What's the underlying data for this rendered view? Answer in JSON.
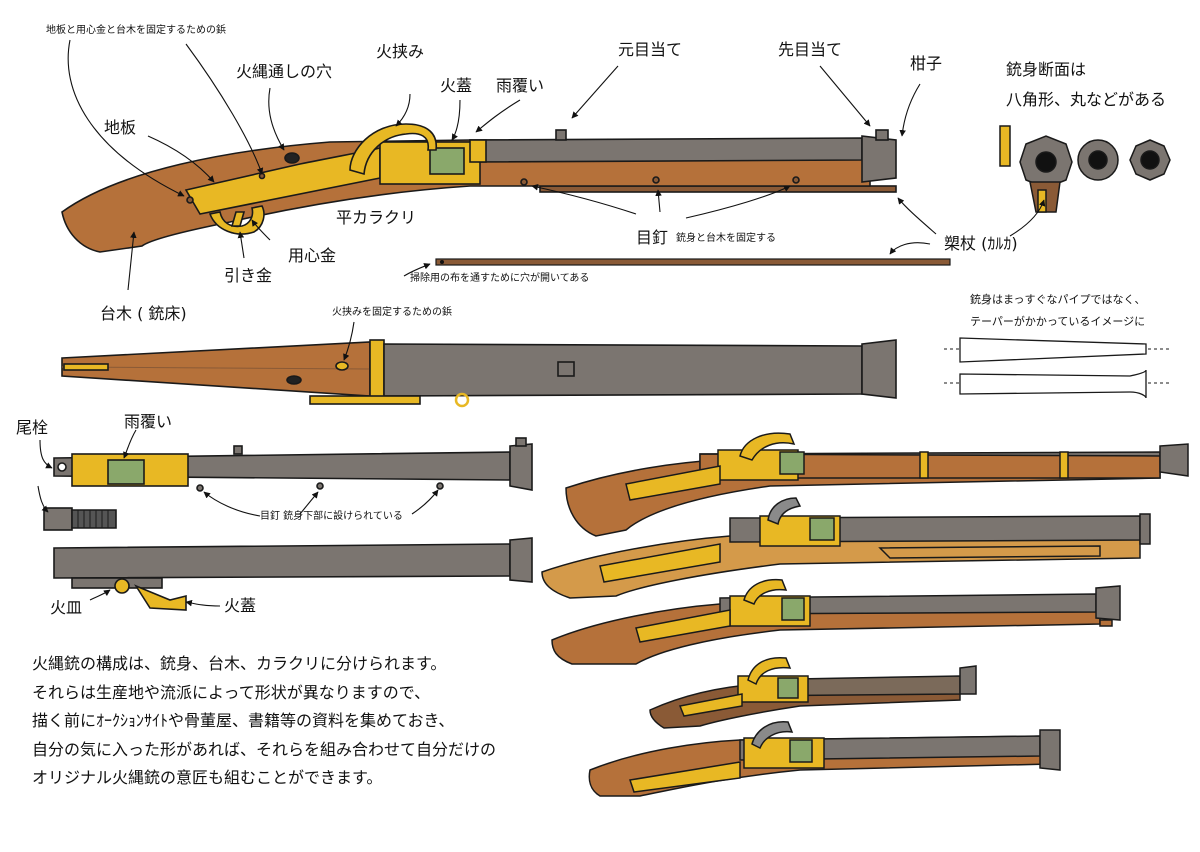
{
  "labels": {
    "rivet_plate": "地板と用心金と台木を固定するための鋲",
    "cord_hole": "火縄通しの穴",
    "serpentine": "火挟み",
    "pan_cover": "火蓋",
    "rain_guard": "雨覆い",
    "rear_sight": "元目当て",
    "front_sight": "先目当て",
    "muzzle": "柑子",
    "cross_section_1": "銃身断面は",
    "cross_section_2": "八角形、丸などがある",
    "side_plate": "地板",
    "lock": "平カラクリ",
    "trigger_guard": "用心金",
    "trigger": "引き金",
    "stock": "台木 ( 銃床)",
    "pins": "目釘",
    "pins_note": "銃身と台木を固定する",
    "ramrod": "槊杖 (ｶﾙｶ)",
    "ramrod_note": "掃除用の布を通すために穴が開いてある",
    "serpentine_rivet": "火挟みを固定するための鋲",
    "taper_1": "銃身はまっすぐなパイプではなく、",
    "taper_2": "テーパーがかかっているイメージに",
    "breech_plug": "尾栓",
    "rain_guard_2": "雨覆い",
    "pins_2": "目釘 銃身下部に設けられている",
    "pan": "火皿",
    "pan_cover_2": "火蓋"
  },
  "body_text": [
    "火縄銃の構成は、銃身、台木、カラクリに分けられます。",
    "それらは生産地や流派によって形状が異なりますので、",
    "描く前にｵｰｸｼｮﾝｻｲﾄや骨董屋、書籍等の資料を集めておき、",
    "自分の気に入った形があれば、それらを組み合わせて自分だけの",
    "オリジナル火縄銃の意匠も組むことができます。"
  ],
  "colors": {
    "wood": "#b5713a",
    "wood_light": "#d49a4a",
    "wood_dark": "#8a5a36",
    "barrel": "#7b7570",
    "brass": "#e8b824",
    "green_cord": "#8aa86b",
    "outline": "#1a1a1a"
  }
}
